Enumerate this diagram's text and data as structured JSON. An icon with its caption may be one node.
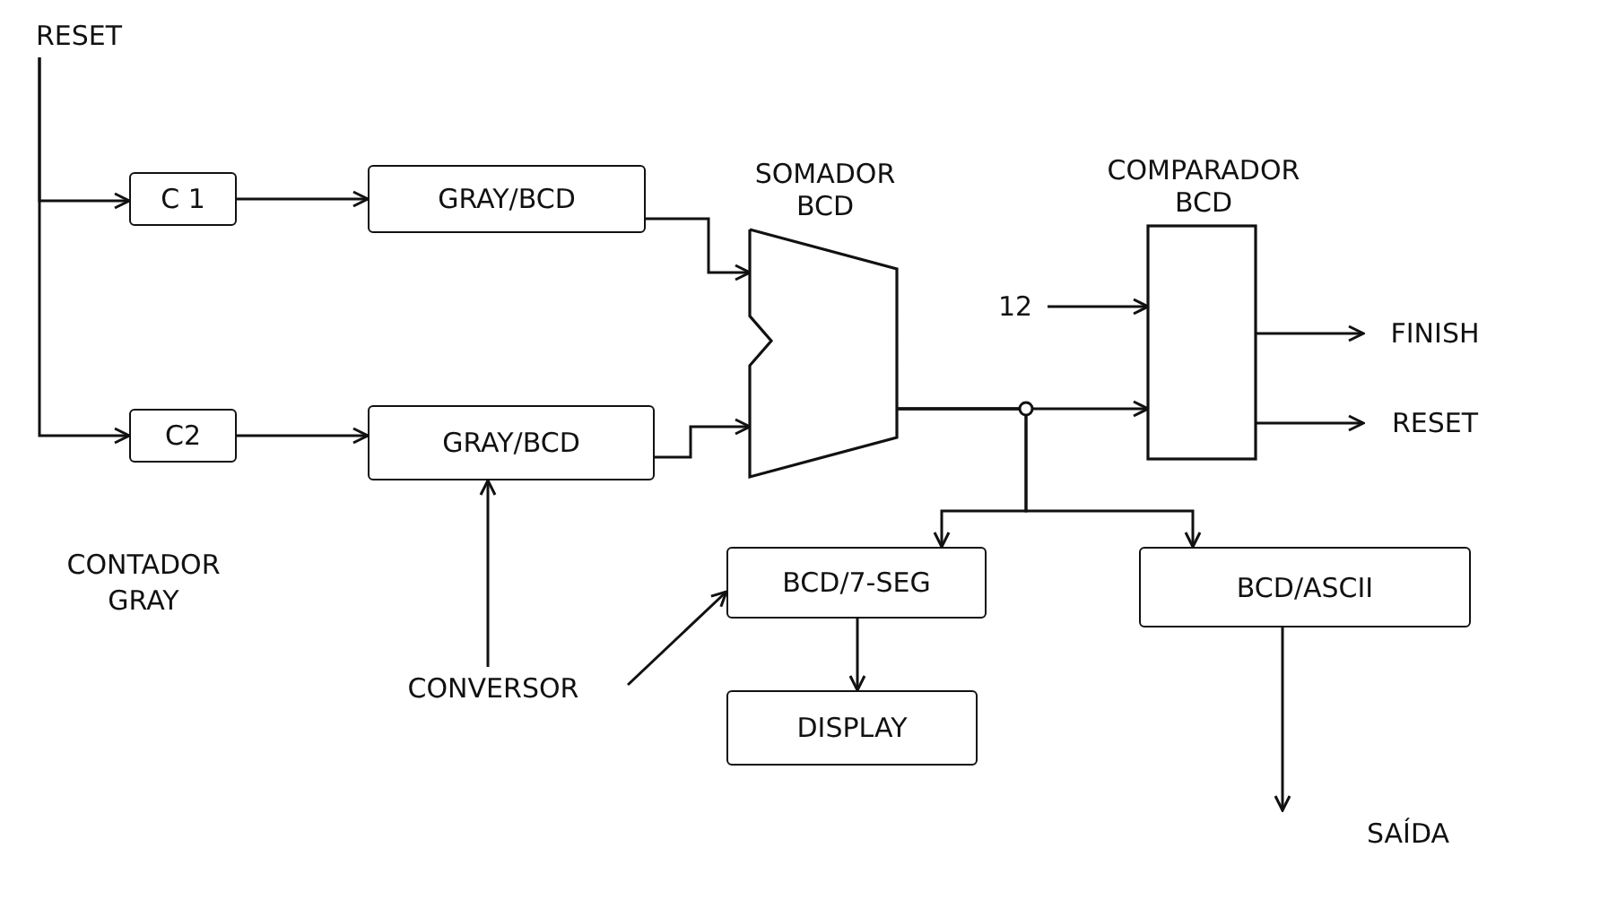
{
  "diagram": {
    "nodes": [
      {
        "text": [
          "RESET"
        ]
      },
      {
        "text": [
          "C 1"
        ]
      },
      {
        "text": [
          "C2"
        ]
      },
      {
        "text": [
          "GRAY/BCD"
        ]
      },
      {
        "text": [
          "GRAY/BCD"
        ]
      },
      {
        "text": [
          "SOMADOR BCD"
        ]
      },
      {
        "text": [
          "12"
        ]
      },
      {
        "text": [
          "COMPARADOR BCD"
        ]
      },
      {
        "text": [
          "FINISH"
        ]
      },
      {
        "text": [
          "RESET"
        ]
      },
      {
        "text": [
          "BCD/7-SEG"
        ]
      },
      {
        "text": [
          "DISPLAY"
        ]
      },
      {
        "text": [
          "BCD/ASCII"
        ]
      },
      {
        "text": [
          "SAÍDA"
        ]
      },
      {
        "text": [
          "CONVERSOR"
        ]
      }
    ],
    "edges": [
      {
        "from": 0,
        "to": 1,
        "arrow": "to"
      },
      {
        "from": 0,
        "to": 2,
        "arrow": "to"
      },
      {
        "from": 1,
        "to": 3,
        "arrow": "to"
      },
      {
        "from": 2,
        "to": 4,
        "arrow": "to"
      },
      {
        "from": 3,
        "to": 5,
        "arrow": "to"
      },
      {
        "from": 4,
        "to": 5,
        "arrow": "to"
      },
      {
        "from": 6,
        "to": 7,
        "arrow": "to"
      },
      {
        "from": 5,
        "to": 7,
        "arrow": "to"
      },
      {
        "from": 5,
        "to": 10,
        "arrow": "to"
      },
      {
        "from": 5,
        "to": 12,
        "arrow": "to"
      },
      {
        "from": 7,
        "to": 8,
        "arrow": "to"
      },
      {
        "from": 7,
        "to": 9,
        "arrow": "to"
      },
      {
        "from": 10,
        "to": 11,
        "arrow": "to"
      },
      {
        "from": 12,
        "to": 13,
        "arrow": "to"
      },
      {
        "from": 14,
        "to": 4,
        "arrow": "to"
      },
      {
        "from": 14,
        "to": 10,
        "arrow": "to"
      }
    ],
    "labels": [
      "CONTADOR GRAY"
    ]
  }
}
